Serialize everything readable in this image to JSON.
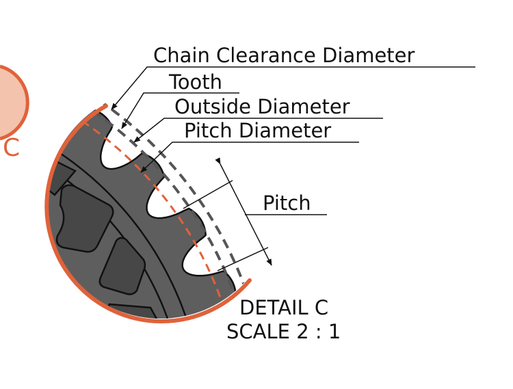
{
  "labels": {
    "chain_clearance": "Chain Clearance Diameter",
    "tooth": "Tooth",
    "outside": "Outside Diameter",
    "pitch_diameter": "Pitch Diameter",
    "pitch": "Pitch"
  },
  "detail": {
    "title": "DETAIL C",
    "scale": "SCALE 2 : 1",
    "callout_letter": "C"
  },
  "colors": {
    "accent": "#e0623a",
    "callout_fill": "#f3c3ad",
    "body": "#5e5e5e",
    "window": "#474747",
    "dash": "#555555"
  }
}
